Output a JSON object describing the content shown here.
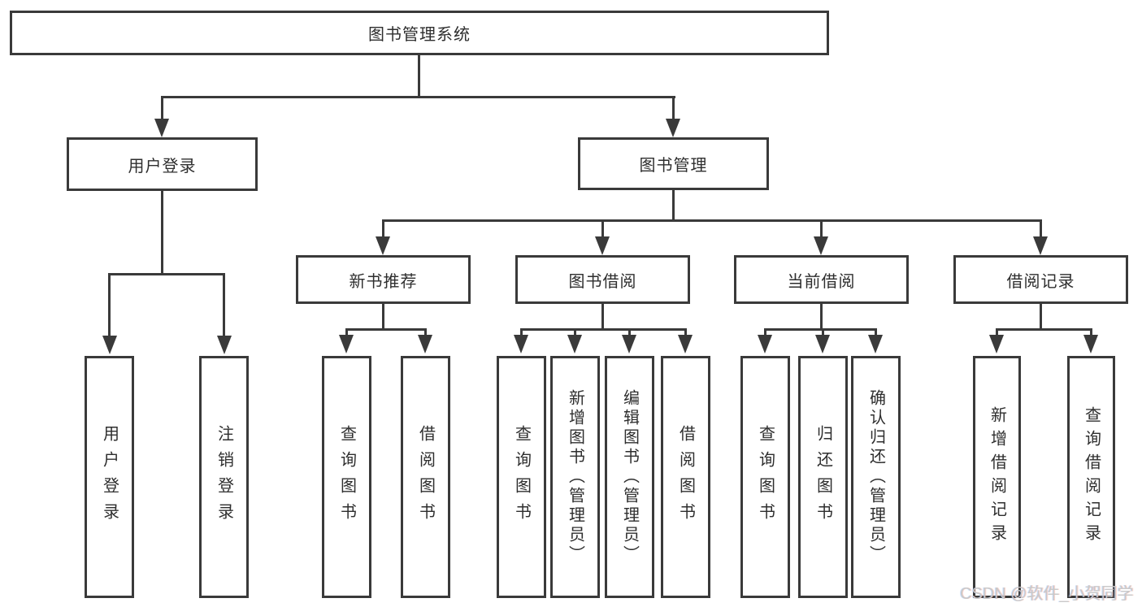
{
  "tree": {
    "root": {
      "label": "图书管理系统",
      "children": [
        {
          "label": "用户登录",
          "children": [
            {
              "label": "用户登录"
            },
            {
              "label": "注销登录"
            }
          ]
        },
        {
          "label": "图书管理",
          "children": [
            {
              "label": "新书推荐",
              "children": [
                {
                  "label": "查询图书"
                },
                {
                  "label": "借阅图书"
                }
              ]
            },
            {
              "label": "图书借阅",
              "children": [
                {
                  "label": "查询图书"
                },
                {
                  "label": "新增图书（管理员）"
                },
                {
                  "label": "编辑图书（管理员）"
                },
                {
                  "label": "借阅图书"
                }
              ]
            },
            {
              "label": "当前借阅",
              "children": [
                {
                  "label": "查询图书"
                },
                {
                  "label": "归还图书"
                },
                {
                  "label": "确认归还（管理员）"
                }
              ]
            },
            {
              "label": "借阅记录",
              "children": [
                {
                  "label": "新增借阅记录"
                },
                {
                  "label": "查询借阅记录"
                }
              ]
            }
          ]
        }
      ]
    }
  },
  "watermark": {
    "text": "CSDN @软件_小贺同学"
  },
  "colors": {
    "line": "#3a3a3a",
    "box_background": "#ffffff",
    "text": "#2e2e2e",
    "watermark": "#c9c9c9"
  }
}
